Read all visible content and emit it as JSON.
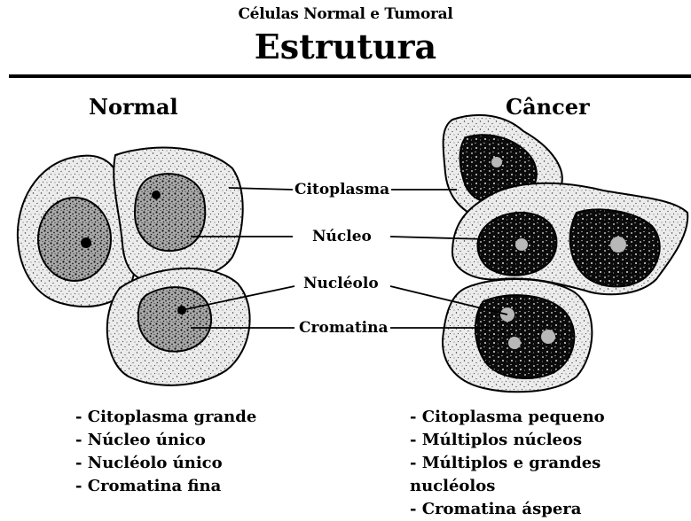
{
  "subtitle": "Células Normal e Tumoral",
  "title": "Estrutura",
  "normal": {
    "heading": "Normal",
    "facts": [
      "- Citoplasma grande",
      "- Núcleo único",
      "- Nucléolo único",
      "- Cromatina fina"
    ]
  },
  "cancer": {
    "heading": "Câncer",
    "facts": [
      "- Citoplasma pequeno",
      "- Múltiplos núcleos",
      "- Múltiplos e grandes nucléolos",
      "- Cromatina áspera"
    ]
  },
  "labels": {
    "cytoplasm": "Citoplasma",
    "nucleus": "Núcleo",
    "nucleolus": "Nucléolo",
    "chromatin": "Cromatina"
  }
}
